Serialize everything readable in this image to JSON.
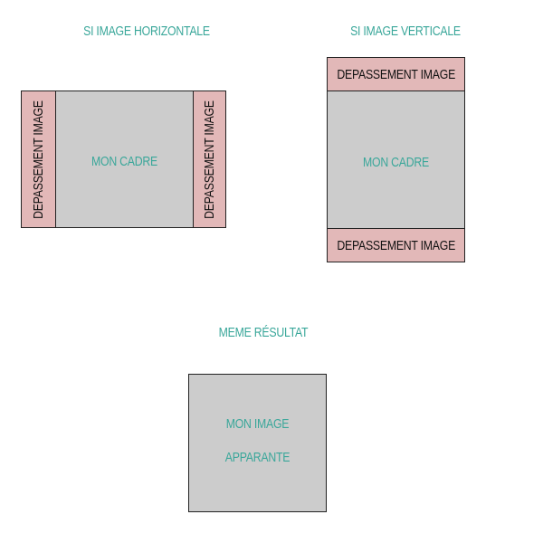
{
  "colors": {
    "heading": "#3aa79a",
    "frame": "#cccccc",
    "overflow": "#e2b8b8",
    "border": "#222222",
    "overflow_text": "#111111"
  },
  "horizontal": {
    "title": "SI IMAGE HORIZONTALE",
    "left_overflow": "DEPASSEMENT IMAGE",
    "frame_label": "MON CADRE",
    "right_overflow": "DEPASSEMENT IMAGE"
  },
  "vertical": {
    "title": "SI IMAGE VERTICALE",
    "top_overflow": "DEPASSEMENT IMAGE",
    "frame_label": "MON CADRE",
    "bottom_overflow": "DEPASSEMENT IMAGE"
  },
  "result": {
    "title": "MEME RÉSULTAT",
    "line1": "MON IMAGE",
    "line2": "APPARANTE"
  }
}
